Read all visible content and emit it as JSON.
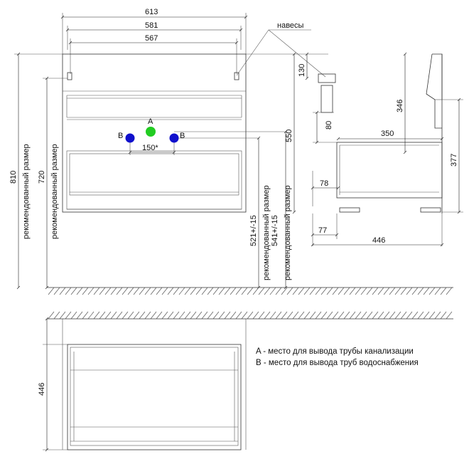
{
  "front_view": {
    "dims": {
      "width_613": "613",
      "width_581": "581",
      "width_567": "567",
      "height_810": "810",
      "height_720": "720",
      "height_550": "550",
      "pipe_spacing": "150*",
      "height_521": "521+/-15",
      "height_541": "541+/-15"
    },
    "labels": {
      "recommended_810": "рекомендованный размер",
      "recommended_720": "рекомендованный размер",
      "recommended_521": "рекомендованный размер",
      "recommended_541": "рекомендованный размер"
    },
    "points": {
      "a_label": "A",
      "b_left_label": "B",
      "b_right_label": "B",
      "a_color": "#22cc22",
      "b_color": "#1010cc"
    }
  },
  "side_view": {
    "hinges_label": "навесы",
    "dims": {
      "d130": "130",
      "d80": "80",
      "d346": "346",
      "d350": "350",
      "d377": "377",
      "d78": "78",
      "d77": "77",
      "d446": "446"
    }
  },
  "top_view": {
    "dims": {
      "depth_446": "446"
    }
  },
  "legend": {
    "a": "A - место для вывода трубы канализации",
    "b": "B - место для вывода труб водоснабжения"
  }
}
